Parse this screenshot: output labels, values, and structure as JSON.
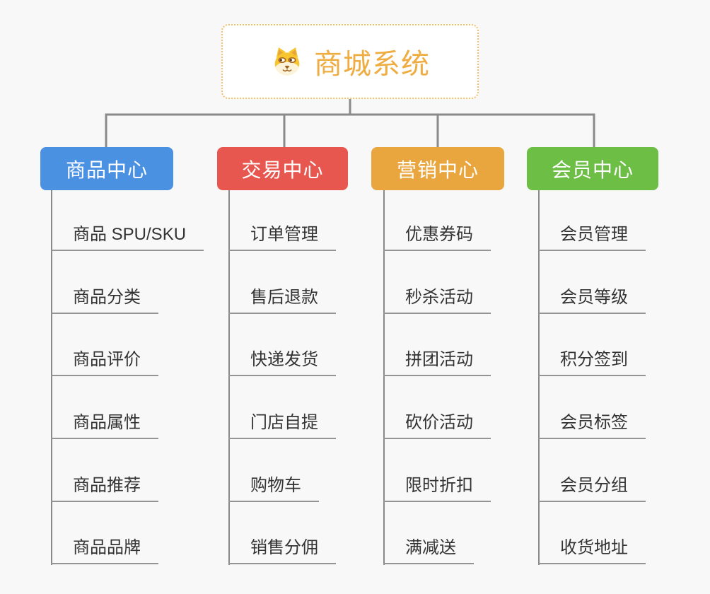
{
  "root": {
    "title": "商城系统",
    "icon": "dog-face-icon",
    "border_color": "#f2c06a",
    "title_color": "#efac41"
  },
  "connector_color": "#8a8a8a",
  "underline_color": "#949494",
  "background_color": "#f8f8f8",
  "branches": [
    {
      "label": "商品中心",
      "color": "#4b91e2",
      "children": [
        "商品 SPU/SKU",
        "商品分类",
        "商品评价",
        "商品属性",
        "商品推荐",
        "商品品牌"
      ]
    },
    {
      "label": "交易中心",
      "color": "#e8574f",
      "children": [
        "订单管理",
        "售后退款",
        "快递发货",
        "门店自提",
        "购物车",
        "销售分佣"
      ]
    },
    {
      "label": "营销中心",
      "color": "#e9a63e",
      "children": [
        "优惠券码",
        "秒杀活动",
        "拼团活动",
        "砍价活动",
        "限时折扣",
        "满减送"
      ]
    },
    {
      "label": "会员中心",
      "color": "#6cbe45",
      "children": [
        "会员管理",
        "会员等级",
        "积分签到",
        "会员标签",
        "会员分组",
        "收货地址"
      ]
    }
  ]
}
